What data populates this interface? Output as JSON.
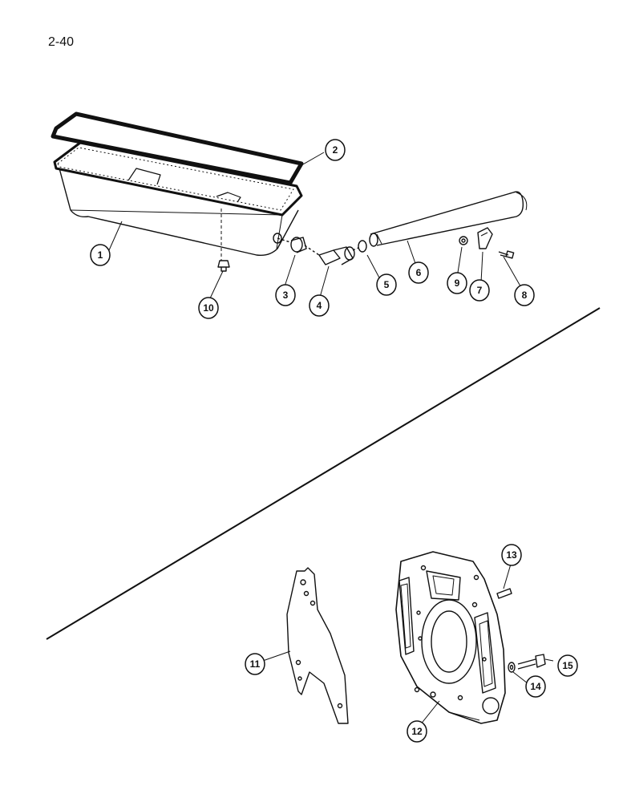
{
  "page_number": "2-40",
  "callouts": [
    "1",
    "2",
    "3",
    "4",
    "5",
    "6",
    "7",
    "8",
    "9",
    "10",
    "11",
    "12",
    "13",
    "14",
    "15"
  ]
}
